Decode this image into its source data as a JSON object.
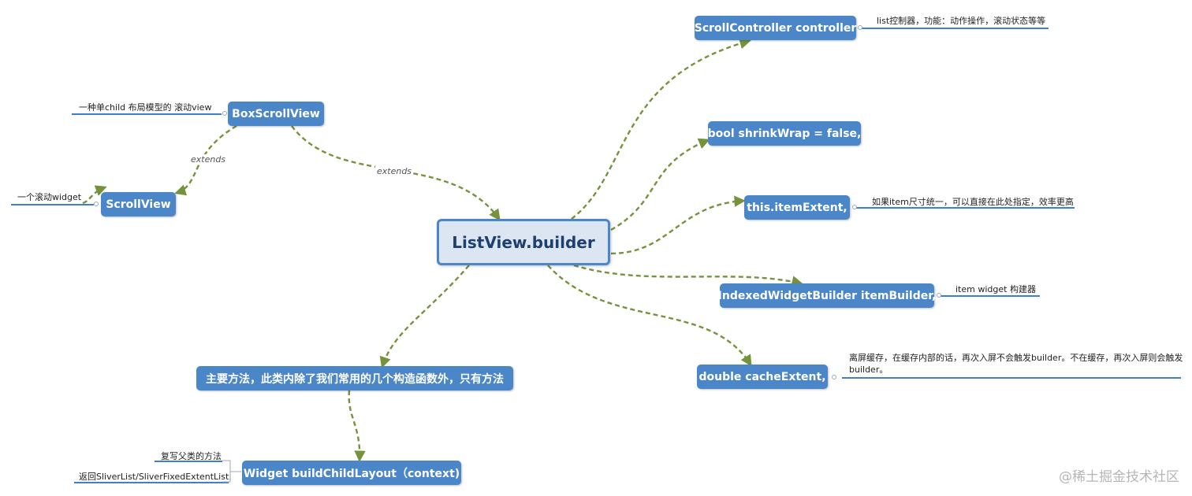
{
  "root": {
    "label": "ListView.builder"
  },
  "nodes": {
    "controller": "ScrollController controller",
    "shrinkwrap": "bool shrinkWrap = false,",
    "itemextent": "this.itemExtent,",
    "itembuilder": "IndexedWidgetBuilder itemBuilder,",
    "cacheextent": "double cacheExtent,",
    "boxscrollview": "BoxScrollView",
    "scrollview": "ScrollView",
    "mainmethod": "主要方法，此类内除了我们常用的几个构造函数外，只有方法",
    "buildchild": "Widget buildChildLayout（context)"
  },
  "notes": {
    "controller": "list控制器，功能：动作操作，滚动状态等等",
    "itemextent": "如果item尺寸统一，可以直接在此处指定，效率更高",
    "itembuilder": "item widget 构建器",
    "cacheextent": "离屏缓存，在缓存内部的话，再次入屏不会触发builder。不在缓存，再次入屏则会触发builder。",
    "boxscrollview": "一种单child 布局模型的 滚动view",
    "scrollview": "一个滚动widget",
    "override": "复写父类的方法",
    "returns": "返回SliverList/SliverFixedExtentList,"
  },
  "edge_labels": {
    "extends_root": "extends",
    "extends_box": "extends"
  },
  "watermark": "@稀土掘金技术社区",
  "colors": {
    "node": "#4a86c8",
    "root_fill": "#dce6f2",
    "edge": "#76923c",
    "underline": "#3f7fcf"
  }
}
